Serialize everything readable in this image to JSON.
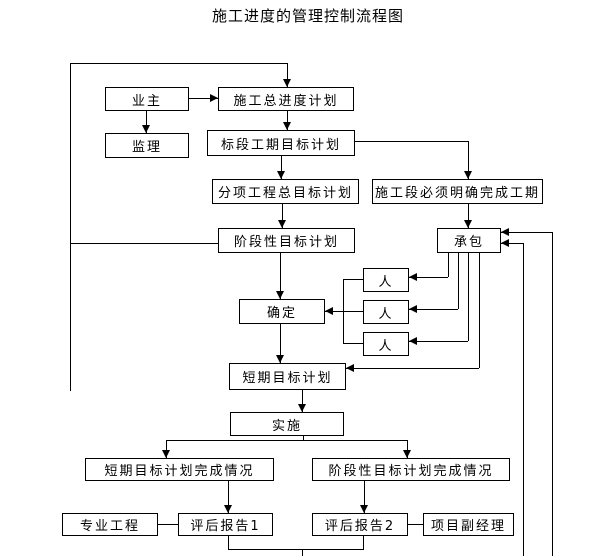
{
  "title": "施工进度的管理控制流程图",
  "colors": {
    "line": "#000000",
    "box_bg": "#ffffff",
    "page_bg": "#ffffff",
    "text": "#000000"
  },
  "nodes": {
    "owner": {
      "label": "业主"
    },
    "supervisor": {
      "label": "监理"
    },
    "overall_plan": {
      "label": "施工总进度计划"
    },
    "section_duration": {
      "label": "标段工期目标计划"
    },
    "subproject_plan": {
      "label": "分项工程总目标计划"
    },
    "section_completion": {
      "label": "施工段必须明确完成工期"
    },
    "phased_plan": {
      "label": "阶段性目标计划"
    },
    "contractor": {
      "label": "承包"
    },
    "person1": {
      "label": "人"
    },
    "person2": {
      "label": "人"
    },
    "person3": {
      "label": "人"
    },
    "determine": {
      "label": "确定"
    },
    "short_term_plan": {
      "label": "短期目标计划"
    },
    "implement": {
      "label": "实施"
    },
    "short_term_status": {
      "label": "短期目标计划完成情况"
    },
    "phased_status": {
      "label": "阶段性目标计划完成情况"
    },
    "professional_work": {
      "label": "专业工程"
    },
    "report1": {
      "label": "评后报告1"
    },
    "report2": {
      "label": "评后报告2"
    },
    "deputy_manager": {
      "label": "项目副经理"
    }
  }
}
